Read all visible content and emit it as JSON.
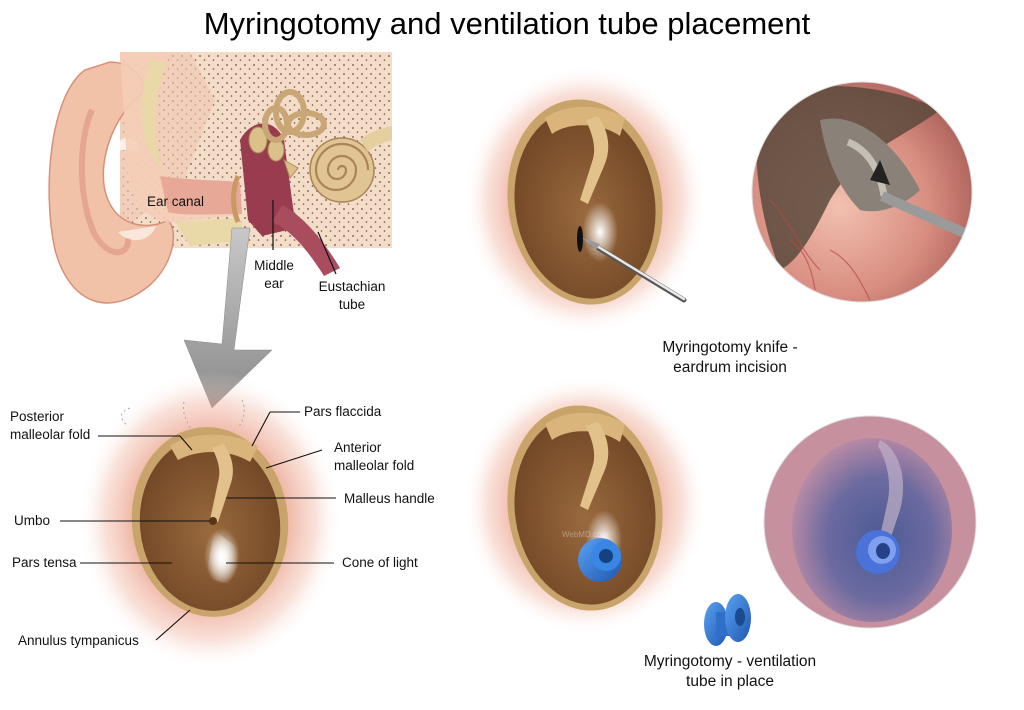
{
  "title": "Myringotomy and ventilation tube placement",
  "labels": {
    "ear_canal": "Ear canal",
    "middle_ear_1": "Middle",
    "middle_ear_2": "ear",
    "eustachian_1": "Eustachian",
    "eustachian_2": "tube",
    "posterior_fold_1": "Posterior",
    "posterior_fold_2": "malleolar fold",
    "pars_flaccida": "Pars flaccida",
    "anterior_fold_1": "Anterior",
    "anterior_fold_2": "malleolar fold",
    "malleus_handle": "Malleus handle",
    "umbo": "Umbo",
    "pars_tensa": "Pars tensa",
    "cone_of_light": "Cone of light",
    "annulus": "Annulus tympanicus"
  },
  "captions": {
    "knife_1": "Myringotomy knife -",
    "knife_2": "eardrum incision",
    "tube_1": "Myringotomy - ventilation",
    "tube_2": "tube in place"
  },
  "watermark": "WebMD.com",
  "colors": {
    "eardrum": "#8a5a32",
    "annulus": "#c8a46a",
    "glow": "#e8947a",
    "tube": "#2f78d8",
    "skin": "#f2c2a8"
  }
}
